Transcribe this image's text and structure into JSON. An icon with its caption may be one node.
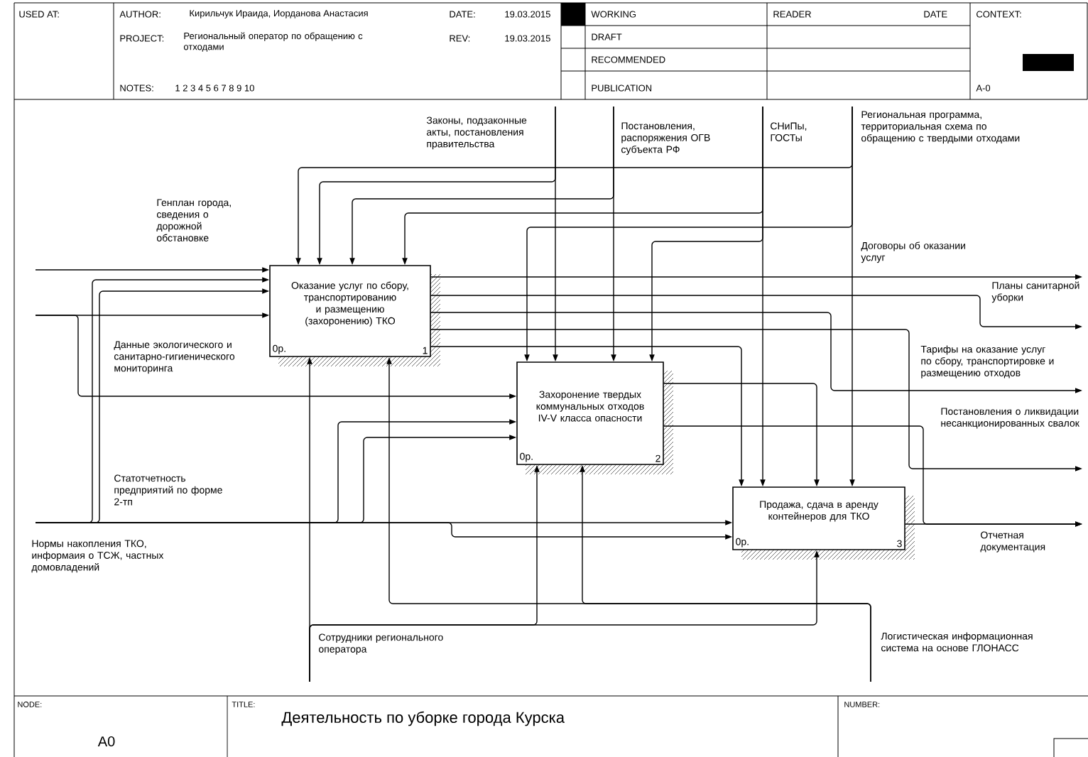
{
  "diagram": {
    "title": "Деятельность по уборке города Курска",
    "nodes": [
      {
        "text": [
          "Оказание услуг по сбору, транспортированию и размещению (захоронению) ТКО",
          "0р.",
          "1"
        ]
      },
      {
        "text": [
          "Захоронение твердых коммунальных отходов IV-V класса опасности",
          "0р.",
          "2"
        ]
      },
      {
        "text": [
          "Продажа, сдача в аренду контейнеров для ТКО",
          "0р.",
          "3"
        ]
      }
    ],
    "edges": [
      {
        "from": null,
        "to": 0,
        "arrow": "to",
        "label": "Региональная программа, территориальная схема по обращению с твердыми отходами"
      },
      {
        "from": null,
        "to": 1,
        "arrow": "to"
      },
      {
        "from": null,
        "to": 2,
        "arrow": "to"
      },
      {
        "from": null,
        "to": 0,
        "arrow": "to",
        "label": "Законы, подзаконные акты, постановления правительства"
      },
      {
        "from": null,
        "to": 1,
        "arrow": "to"
      },
      {
        "from": null,
        "to": 0,
        "arrow": "to",
        "label": "Постановления, распоряжения ОГВ субъекта РФ"
      },
      {
        "from": null,
        "to": 1,
        "arrow": "to"
      },
      {
        "from": null,
        "to": 0,
        "arrow": "to",
        "label": "СНиПы, ГОСТы"
      },
      {
        "from": null,
        "to": 1,
        "arrow": "to"
      },
      {
        "from": null,
        "to": 2,
        "arrow": "to"
      },
      {
        "from": null,
        "to": 0,
        "arrow": "to",
        "label": "Генплан города, сведения о дорожной обстановке"
      },
      {
        "from": null,
        "to": 0,
        "arrow": "to",
        "label": "Данные экологического и санитарно-гигиенического мониторинга"
      },
      {
        "from": null,
        "to": 1,
        "arrow": "to"
      },
      {
        "from": null,
        "to": 0,
        "arrow": "to",
        "label": "Статотчетность предприятий по форме 2-тп"
      },
      {
        "from": null,
        "to": 1,
        "arrow": "to"
      },
      {
        "from": null,
        "to": 2,
        "arrow": "to"
      },
      {
        "from": null,
        "to": 0,
        "arrow": "to",
        "label": "Нормы накопления ТКО, информаия о ТСЖ, частных домовладений"
      },
      {
        "from": null,
        "to": 1,
        "arrow": "to"
      },
      {
        "from": null,
        "to": 2,
        "arrow": "to"
      },
      {
        "from": 0,
        "to": null,
        "arrow": "to",
        "label": "Договоры об оказании услуг"
      },
      {
        "from": 0,
        "to": null,
        "arrow": "to",
        "label": "Планы санитарной уборки"
      },
      {
        "from": 0,
        "to": null,
        "arrow": "to",
        "label": "Тарифы на оказание услуг по сбору, транспортировке и размещению отходов"
      },
      {
        "from": 0,
        "to": null,
        "arrow": "to",
        "label": "Постановления о ликвидации несанкционированных свалок"
      },
      {
        "from": 0,
        "to": 2,
        "arrow": "to"
      },
      {
        "from": 1,
        "to": 2,
        "arrow": "to"
      },
      {
        "from": 1,
        "to": null,
        "arrow": "to"
      },
      {
        "from": 2,
        "to": null,
        "arrow": "to",
        "label": "Отчетная документация"
      },
      {
        "from": null,
        "to": 0,
        "arrow": "to",
        "label": "Сотрудники регионального оператора"
      },
      {
        "from": null,
        "to": 1,
        "arrow": "to"
      },
      {
        "from": null,
        "to": 2,
        "arrow": "to"
      },
      {
        "from": null,
        "to": 0,
        "arrow": "to",
        "label": "Логистическая информационная система на основе ГЛОНАСС"
      },
      {
        "from": null,
        "to": 1,
        "arrow": "to"
      }
    ],
    "labels": [
      "USED AT:",
      "AUTHOR:",
      "Кирильчук Ираида, Иорданова Анастасия",
      "DATE:",
      "19.03.2015",
      "WORKING",
      "READER",
      "DATE",
      "CONTEXT:",
      "PROJECT:",
      "Региональный оператор по обращению с отходами",
      "REV:",
      "19.03.2015",
      "DRAFT",
      "RECOMMENDED",
      "NOTES:",
      "1 2 3 4 5 6 7 8 9 10",
      "PUBLICATION",
      "A-0",
      "NODE:",
      "TITLE:",
      "NUMBER:",
      "A0"
    ]
  }
}
